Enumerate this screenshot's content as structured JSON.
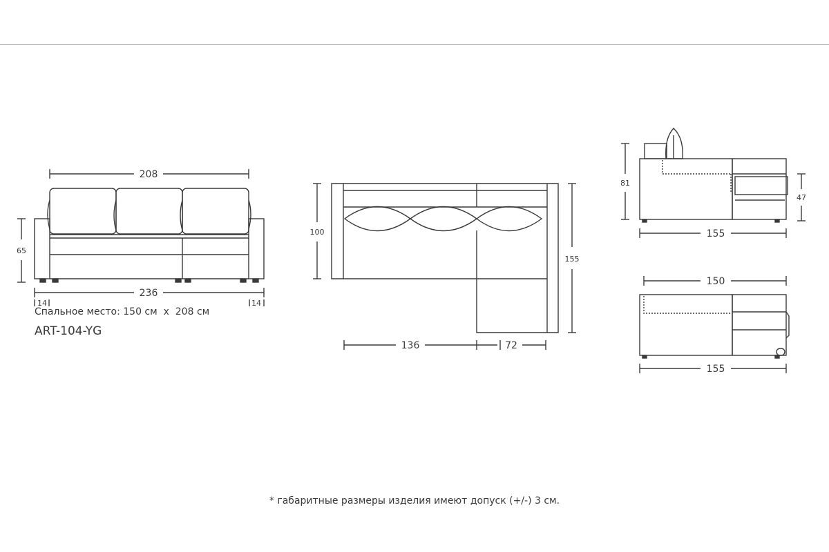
{
  "front_view": {
    "width_top": "208",
    "height": "65",
    "width_total": "236",
    "arm_left": "14",
    "arm_right": "14",
    "sleeping_area": "Спальное место: 150 см  x  208 см",
    "model": "ART-104-YG"
  },
  "plan_view": {
    "depth": "100",
    "depth_total": "155",
    "length_main": "136",
    "length_chaise": "72"
  },
  "side_view_assembled": {
    "height": "81",
    "seat_height": "47",
    "depth": "155"
  },
  "side_view_unfolded": {
    "width_top": "150",
    "width_bottom": "155"
  },
  "footnote": "* габаритные размеры изделия имеют допуск (+/-) 3 см."
}
